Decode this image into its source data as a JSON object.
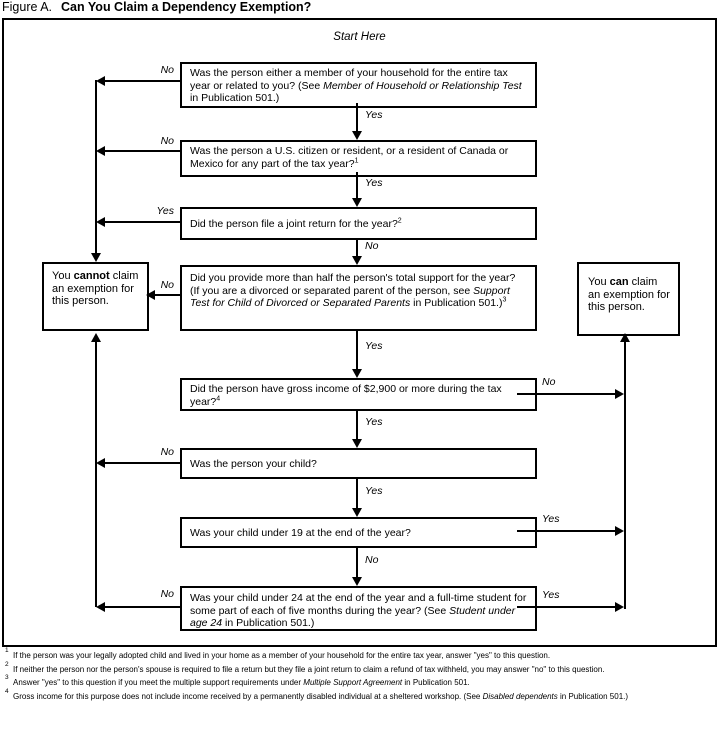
{
  "title": {
    "figure_label": "Figure A.",
    "heading": "Can You Claim a Dependency Exemption?"
  },
  "start_label": "Start Here",
  "labels": {
    "yes": "Yes",
    "no": "No"
  },
  "questions": {
    "q1": {
      "t1": "Was the person either a member of your household for the entire tax year or related to you? (See ",
      "t2": "Member of Household or Relationship Test",
      "t3": " in Publication 501.)"
    },
    "q2": {
      "t1": "Was the person a U.S. citizen or resident, or a resident of Canada or Mexico for any part of the tax year?",
      "sup": "1"
    },
    "q3": {
      "t1": "Did the person file a joint return for the year?",
      "sup": "2"
    },
    "q4": {
      "t1": "Did you provide more than half the person's total support for the year? (If you are a divorced or separated parent of the person, see ",
      "t2": "Support Test for Child of Divorced or Separated Parents",
      "t3": " in Publication 501.)",
      "sup": "3"
    },
    "q5": {
      "t1": "Did the person have gross income of $2,900 or more during the tax year?",
      "sup": "4"
    },
    "q6": {
      "t1": "Was the person your child?"
    },
    "q7": {
      "t1": "Was your child under 19 at the end of the year?"
    },
    "q8": {
      "t1": "Was your child under 24 at the end of the year and a full-time student for some part of each of five months during the year? (See ",
      "t2": "Student under age 24",
      "t3": " in Publication 501.)"
    }
  },
  "results": {
    "cannot": {
      "t1": "You ",
      "em": "cannot",
      "t3": " claim an exemption for this person."
    },
    "can": {
      "t1": "You ",
      "em": "can",
      "t3": " claim an exemption for this person."
    }
  },
  "footnotes": [
    {
      "marker": "1",
      "t1": "If the person was your legally adopted child and lived in your home as a member of your household for the entire tax year, answer \"yes\" to this question."
    },
    {
      "marker": "2",
      "t1": "If neither the person nor the person's spouse is required to file a return but they file a joint return to claim a refund of tax withheld, you may answer \"no\" to this question."
    },
    {
      "marker": "3",
      "t1": "Answer \"yes\" to this question if you meet the multiple support requirements under ",
      "t2": "Multiple Support Agreement",
      "t3": " in Publication 501."
    },
    {
      "marker": "4",
      "t1": "Gross income for this purpose does not include income received by a permanently disabled individual at a sheltered workshop. (See ",
      "t2": "Disabled dependents",
      "t3": " in Publication 501.)"
    }
  ]
}
